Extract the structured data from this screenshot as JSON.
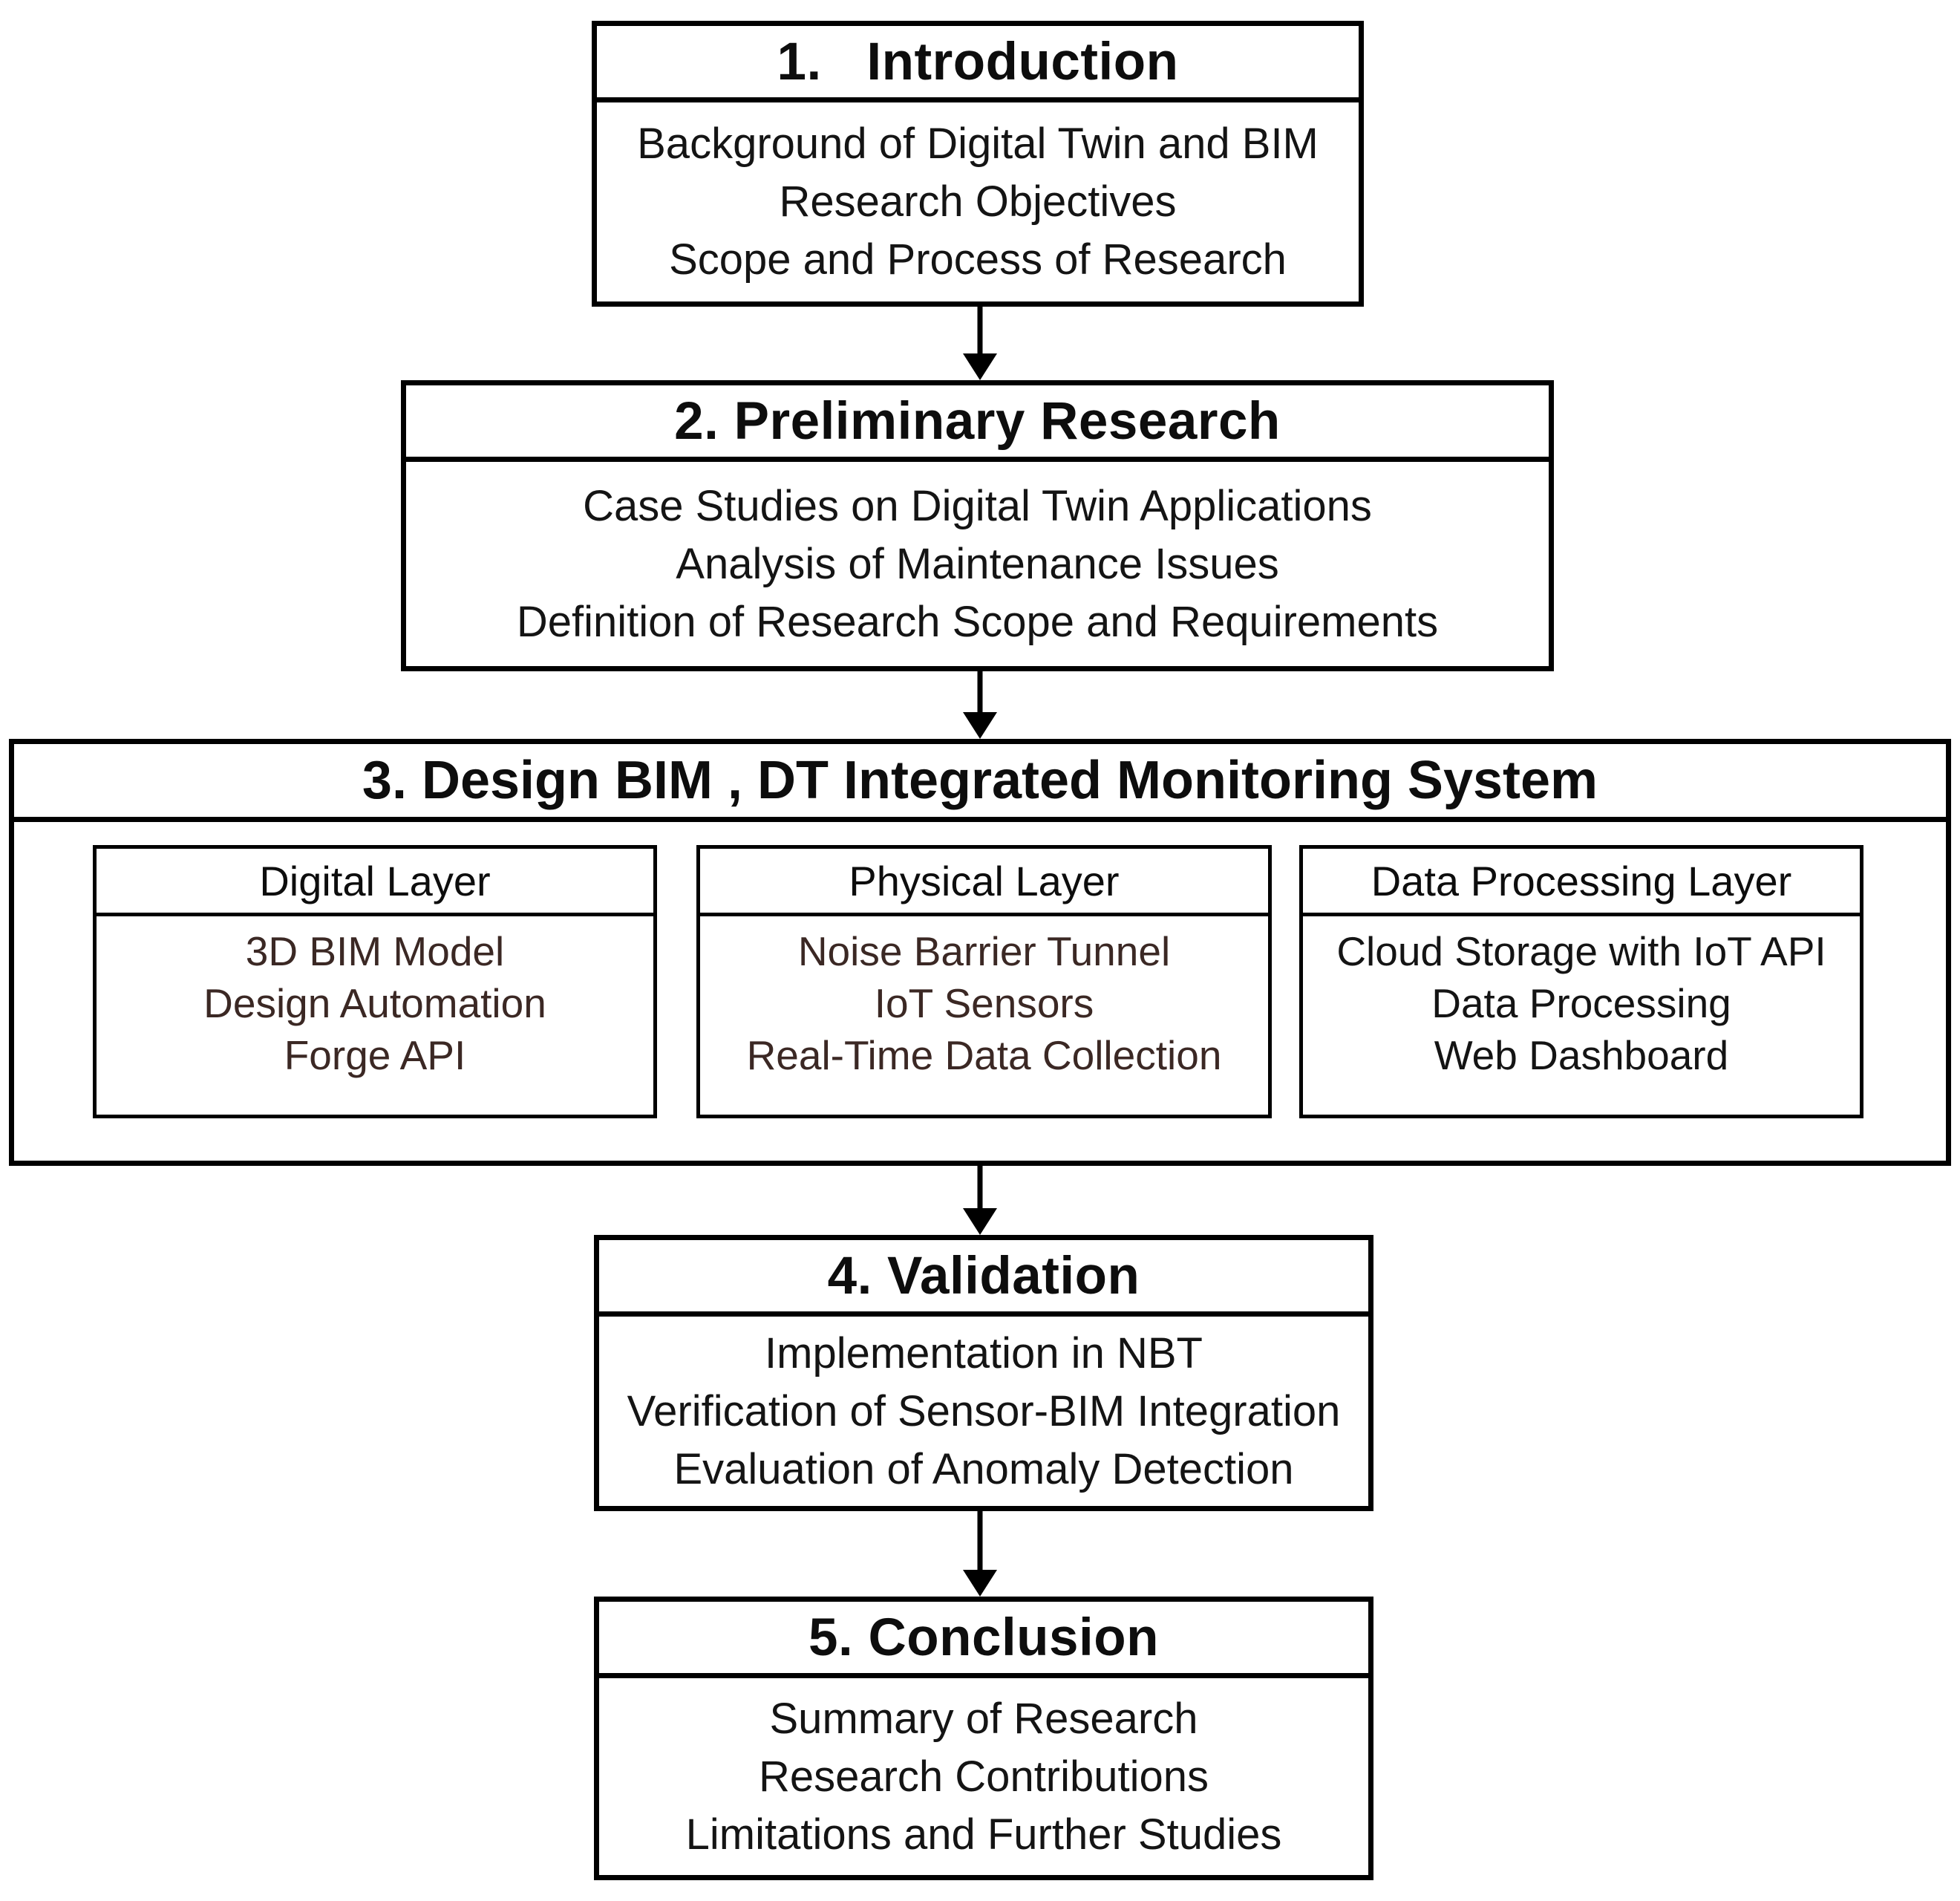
{
  "diagram": {
    "title": "Research process flowchart",
    "colors": {
      "background": "#ffffff",
      "border": "#000000",
      "main_text": "#141414",
      "layer_accent_text": "#3b2824"
    },
    "boxes": [
      {
        "id": "introduction",
        "title": "1.   Introduction",
        "items": [
          "Background of Digital Twin and BIM",
          "Research Objectives",
          "Scope and Process of Research"
        ]
      },
      {
        "id": "preliminary-research",
        "title": "2. Preliminary Research",
        "items": [
          "Case Studies on Digital Twin Applications",
          "Analysis of Maintenance Issues",
          "Definition of Research Scope and Requirements"
        ]
      },
      {
        "id": "design-system",
        "title": "3. Design BIM , DT Integrated Monitoring System",
        "sublayers": [
          {
            "id": "digital-layer",
            "title": "Digital Layer",
            "items": [
              "3D BIM Model",
              "Design Automation",
              "Forge API"
            ],
            "text_color": "#3b2824"
          },
          {
            "id": "physical-layer",
            "title": "Physical Layer",
            "items": [
              "Noise Barrier Tunnel",
              "IoT Sensors",
              "Real-Time Data Collection"
            ],
            "text_color": "#3b2824"
          },
          {
            "id": "data-processing-layer",
            "title": "Data Processing Layer",
            "items": [
              "Cloud Storage with IoT API",
              "Data Processing",
              "Web Dashboard"
            ],
            "text_color": "#141414"
          }
        ]
      },
      {
        "id": "validation",
        "title": "4. Validation",
        "items": [
          "Implementation in NBT",
          "Verification of Sensor-BIM Integration",
          "Evaluation of Anomaly Detection"
        ]
      },
      {
        "id": "conclusion",
        "title": "5. Conclusion",
        "items": [
          "Summary of Research",
          "Research Contributions",
          "Limitations and Further Studies"
        ]
      }
    ]
  }
}
